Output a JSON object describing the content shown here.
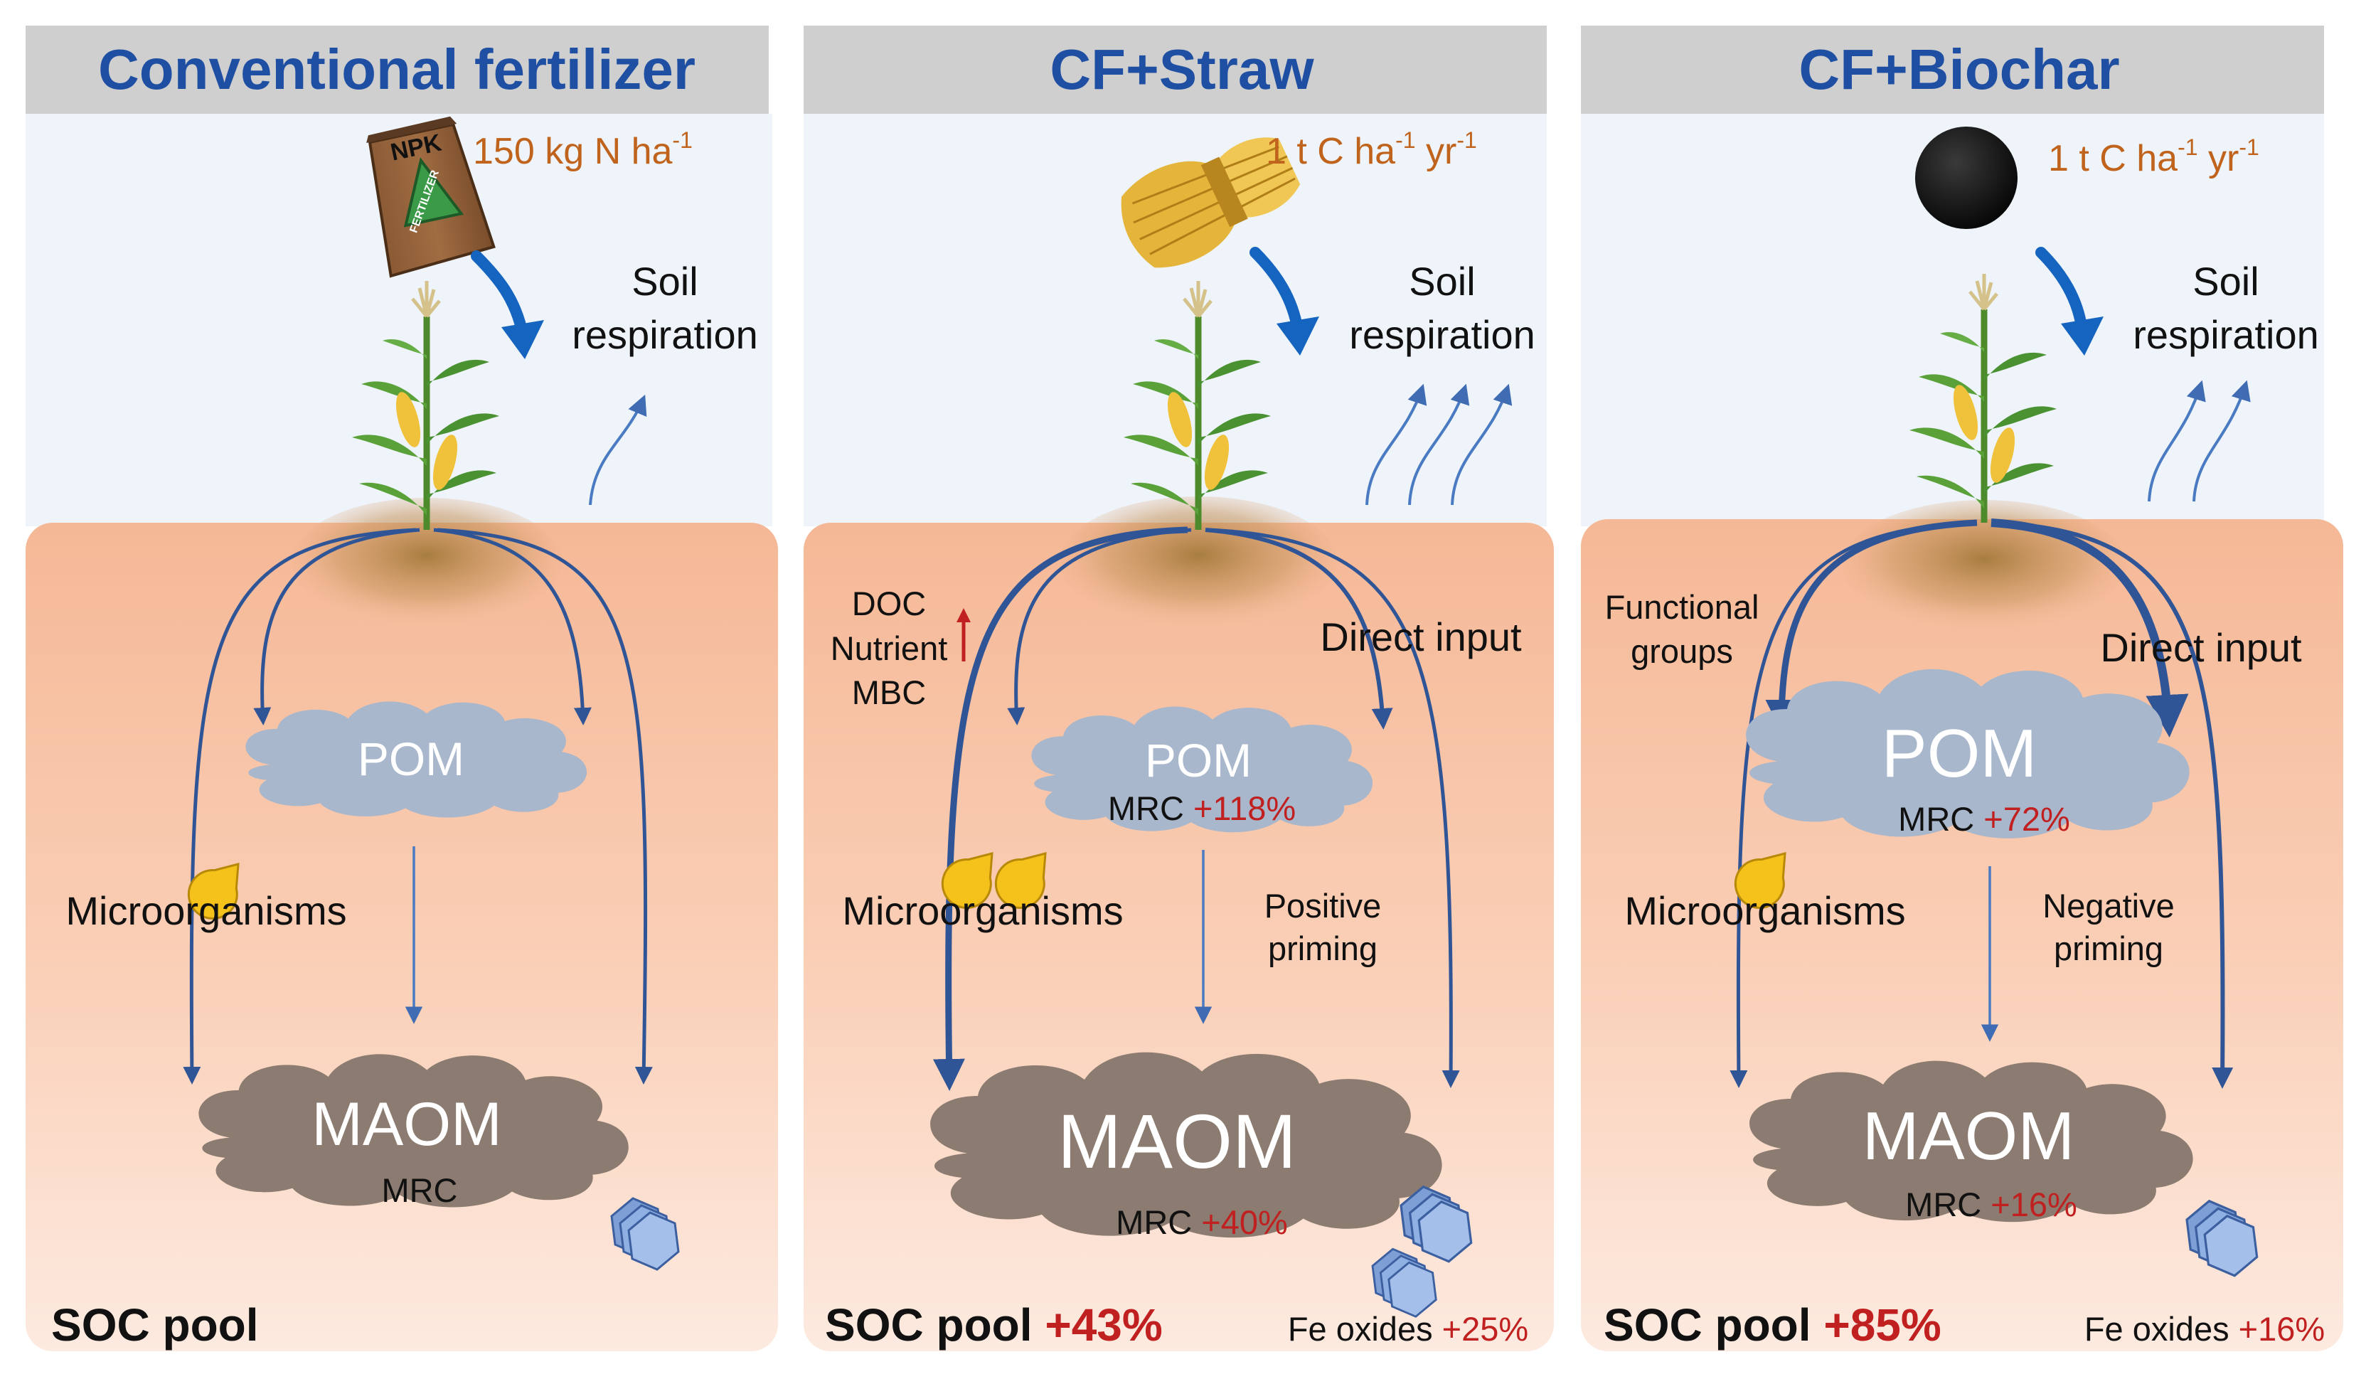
{
  "panels": [
    {
      "title": "Conventional fertilizer",
      "dose": "150 kg N ha",
      "dose_sup": "-1",
      "dose_tail": "",
      "soil_respiration": [
        "Soil",
        "respiration"
      ],
      "pom": "POM",
      "pom_mrc": "",
      "pom_mrc_change": "",
      "maom": "MAOM",
      "maom_mrc": "MRC",
      "maom_mrc_change": "",
      "microorganisms": "Microorganisms",
      "soc_pool": "SOC pool",
      "soc_change": "",
      "fe_oxides": "",
      "fe_change": ""
    },
    {
      "title": "CF+Straw",
      "dose": "1 t C ha",
      "dose_sup": "-1",
      "dose_tail": " yr",
      "dose_tail_sup": "-1",
      "soil_respiration": [
        "Soil",
        "respiration"
      ],
      "pom": "POM",
      "pom_mrc": "MRC",
      "pom_mrc_change": "+118%",
      "maom": "MAOM",
      "maom_mrc": "MRC",
      "maom_mrc_change": "+40%",
      "microorganisms": "Microorganisms",
      "left_factors": [
        "DOC",
        "Nutrient",
        "MBC"
      ],
      "direct_input": "Direct input",
      "priming": [
        "Positive",
        "priming"
      ],
      "soc_pool": "SOC pool",
      "soc_change": "+43%",
      "fe_oxides": "Fe oxides",
      "fe_change": "+25%"
    },
    {
      "title": "CF+Biochar",
      "dose": "1 t C ha",
      "dose_sup": "-1",
      "dose_tail": " yr",
      "dose_tail_sup": "-1",
      "soil_respiration": [
        "Soil",
        "respiration"
      ],
      "pom": "POM",
      "pom_mrc": "MRC",
      "pom_mrc_change": "+72%",
      "maom": "MAOM",
      "maom_mrc": "MRC",
      "maom_mrc_change": "+16%",
      "microorganisms": "Microorganisms",
      "left_factors": [
        "Functional",
        "groups"
      ],
      "direct_input": "Direct input",
      "priming": [
        "Negative",
        "priming"
      ],
      "soc_pool": "SOC pool",
      "soc_change": "+85%",
      "fe_oxides": "Fe oxides",
      "fe_change": "+16%"
    }
  ],
  "bag_label": [
    "NPK",
    "FERTILIZER"
  ],
  "colors": {
    "title": "#1f4fa3",
    "dose": "#c0631c",
    "increase": "#c0201f",
    "sky": "#eef4fa",
    "soil_top": "#f5b896",
    "soil_bottom": "#fde9df",
    "pom": "#a8b7cb",
    "maom": "#8b7b70",
    "arrow": "#2f5597"
  }
}
